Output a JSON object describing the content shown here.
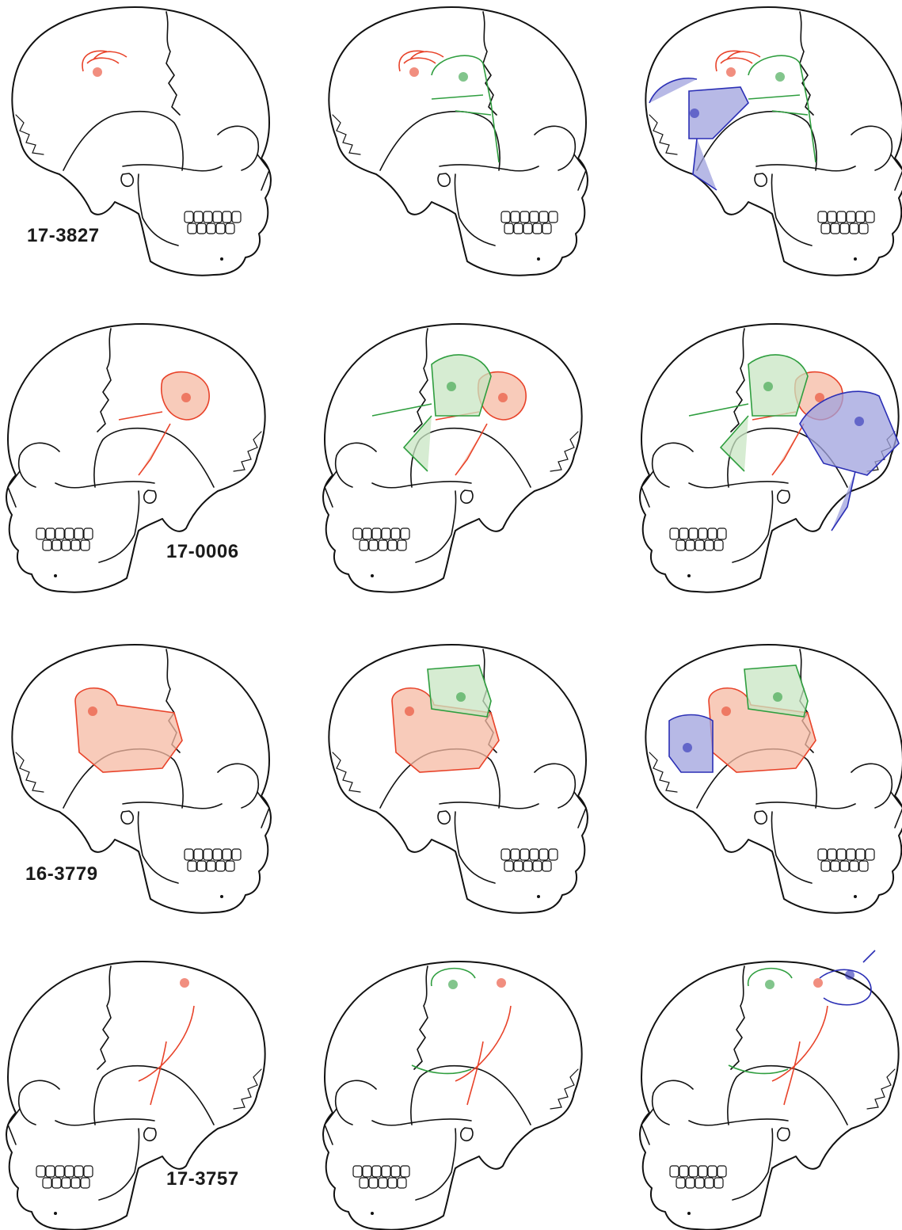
{
  "figure": {
    "rows": [
      {
        "case_id": "17-3827",
        "orientation": "right",
        "label_pos": "left"
      },
      {
        "case_id": "17-0006",
        "orientation": "left",
        "label_pos": "right"
      },
      {
        "case_id": "16-3779",
        "orientation": "right",
        "label_pos": "left"
      },
      {
        "case_id": "17-3757",
        "orientation": "left",
        "label_pos": "right"
      }
    ],
    "columns": 3
  },
  "colors": {
    "red": "#e8432a",
    "red_fill": "#f6b9a3",
    "green": "#2f9e3f",
    "green_fill": "#c8e6c3",
    "blue": "#2b2fb5",
    "blue_fill": "#9fa1dd"
  }
}
